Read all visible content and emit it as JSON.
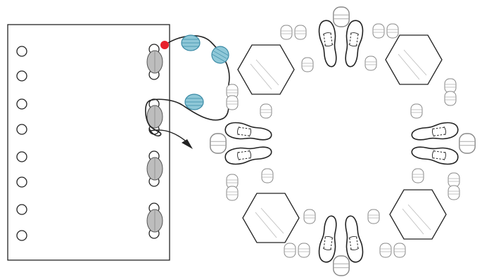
{
  "figure": {
    "description_in_pixels": "",
    "colors": {
      "line": "#222222",
      "start_dot": "#e8202a",
      "bead_fill": "#8fc8d8",
      "bead_stroke": "#3a8aa5",
      "oval_fill": "#bdbdbd",
      "guide_stroke": "#888888"
    },
    "board": {
      "left_holes": 8,
      "right_groups": 4
    },
    "bead_count": 3,
    "arrow_direction": "down-right",
    "ring": {
      "hexagons": 4,
      "shoe_pairs": 4,
      "oval_clusters": 8
    }
  }
}
